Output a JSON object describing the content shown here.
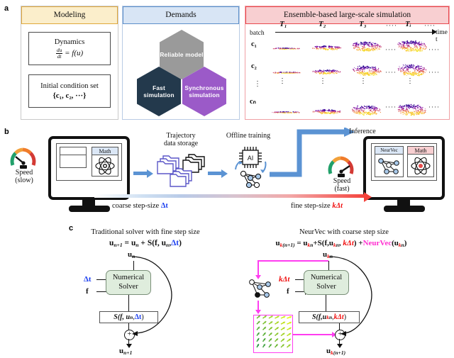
{
  "panels": {
    "a_label": "a",
    "b_label": "b",
    "c_label": "c"
  },
  "modeling": {
    "header": "Modeling",
    "header_bg": "#fbeecb",
    "header_border": "#e0a83c",
    "dynamics_title": "Dynamics",
    "dynamics_num": "du",
    "dynamics_den": "dt",
    "dynamics_rhs": "= f(u)",
    "initial_title": "Initial condition set",
    "initial_set": "{c₁, c₂, ···}"
  },
  "demands": {
    "header": "Demands",
    "header_bg": "#d8e5f5",
    "header_border": "#5d8fc9",
    "hexagons": [
      {
        "label": "Reliable model",
        "color": "#9a9a9a"
      },
      {
        "label": "Fast simulation",
        "color": "#23394c"
      },
      {
        "label": "Synchronous simulation",
        "color": "#9b5ac8"
      }
    ]
  },
  "ensemble": {
    "header": "Ensemble-based large-scale simulation",
    "header_bg": "#f8cfd1",
    "header_border": "#e8494f",
    "batch_label": "batch",
    "time_axis_label": "time t",
    "time_columns": [
      "T₁",
      "T₂",
      "T₃",
      "····",
      "Tᵢ",
      "····"
    ],
    "rows": [
      "c₁",
      "c₂",
      "⋮",
      "cₙ"
    ],
    "row_labels_raw": [
      "c1",
      "c2",
      "vdots",
      "cN"
    ],
    "trailing_dots": "····",
    "colormap": "plasma"
  },
  "pipeline": {
    "speed_slow_line1": "Speed",
    "speed_slow_line2": "(slow)",
    "speed_fast_line1": "Speed",
    "speed_fast_line2": "(fast)",
    "monitor_left_window_math": "Math",
    "storage_line1": "Trajectory",
    "storage_line2": "data storage",
    "training_label": "Offline training",
    "chip_label": "AI",
    "inference_label": "Inference",
    "monitor_right_window_neurvec": "NeurVec",
    "monitor_right_window_math": "Math",
    "coarse_label_prefix": "coarse step-size ",
    "coarse_label_value": "Δt",
    "fine_label_prefix": "fine step-size ",
    "fine_label_value": "kΔt",
    "coarse_color": "#1b3ff0",
    "fine_color": "#f01010"
  },
  "traditional": {
    "title": "Traditional solver with fine step size",
    "equation_plain": "u",
    "eq_lhs": "u",
    "eq_lhs_sub": "n+1",
    "eq_mid": " = u",
    "eq_mid_sub": "n",
    "eq_tail_pre": " + S(f, u",
    "eq_tail_sub": "n",
    "eq_tail_post": ",",
    "eq_dt": "Δt",
    "eq_close": ")",
    "input_top": "u",
    "input_top_sub": "n",
    "dt_input": "Δt",
    "f_input": "f",
    "solver_line1": "Numerical",
    "solver_line2": "Solver",
    "sbox_pre": "S(f, u",
    "sbox_sub": "n",
    "sbox_comma": ",",
    "sbox_dt": "Δt",
    "sbox_close": ")",
    "plus_glyph": "+",
    "output": "u",
    "output_sub": "n+1"
  },
  "neurvec": {
    "title": "NeurVec with coarse step size",
    "eq_lhs": "u",
    "eq_lhs_sub_k": "k",
    "eq_lhs_sub_rest": "(n+1)",
    "eq_eq": " = u",
    "eq_u_sub_k": "k",
    "eq_u_sub_n": "n",
    "eq_plus_s": "+S(f,u",
    "eq_s_sub_k": "k",
    "eq_s_sub_n": "n",
    "eq_comma": ", ",
    "eq_kdt": "kΔt",
    "eq_close": ") +",
    "eq_nv": "NeurVec",
    "eq_nv_open": "(u",
    "eq_nv_sub_k": "k",
    "eq_nv_sub_n": "n",
    "eq_nv_close": ")",
    "input_top": "u",
    "input_top_sub_k": "k",
    "input_top_sub_n": "n",
    "kdt_input": "kΔt",
    "f_input": "f",
    "solver_line1": "Numerical",
    "solver_line2": "Solver",
    "sbox_pre": "S(f,u",
    "sbox_sub_k": "k",
    "sbox_sub_n": "n",
    "sbox_comma": ", ",
    "sbox_kdt": "kΔt",
    "sbox_close": ")",
    "plus_glyph": "+",
    "output": "u",
    "output_sub_k": "k",
    "output_sub_rest": "(n+1)",
    "vector_field_border": "#ff3df0"
  }
}
